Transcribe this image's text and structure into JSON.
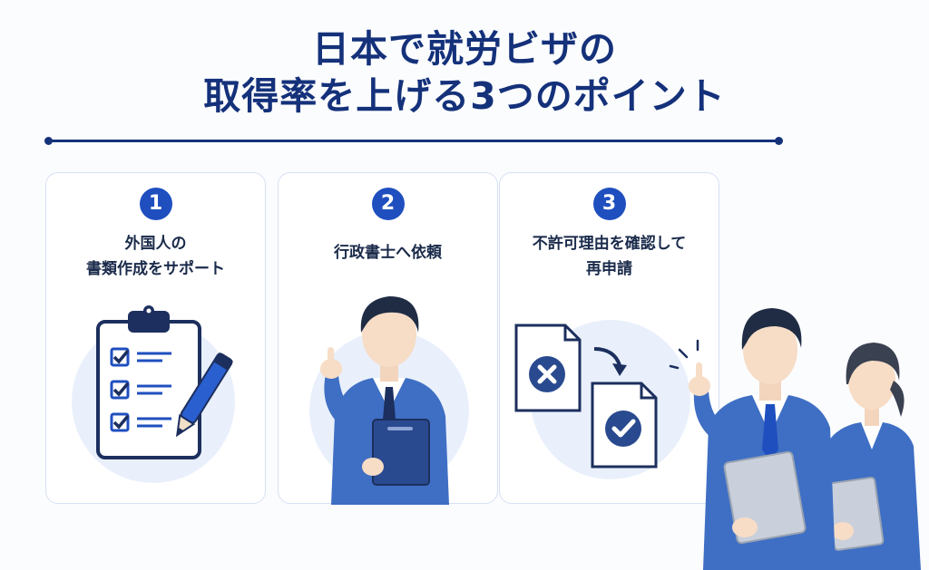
{
  "title": {
    "line1": "日本で就労ビザの",
    "line2": "取得率を上げる3つのポイント"
  },
  "cards": [
    {
      "number": "1",
      "title_lines": [
        "外国人の",
        "書類作成をサポート"
      ]
    },
    {
      "number": "2",
      "title_lines": [
        "行政書士へ依頼"
      ]
    },
    {
      "number": "3",
      "title_lines": [
        "不許可理由を確認して",
        "再申請"
      ]
    }
  ],
  "colors": {
    "primary": "#14317a",
    "badge": "#1f4fbf",
    "suit": "#3f6fc4",
    "card_border": "#d6e1f3",
    "circle_bg": "#e9f0fb"
  },
  "icons": {
    "card1": "clipboard-checklist-pen-icon",
    "card2": "businessman-pointing-icon",
    "card3": "reject-then-approve-document-icon"
  }
}
